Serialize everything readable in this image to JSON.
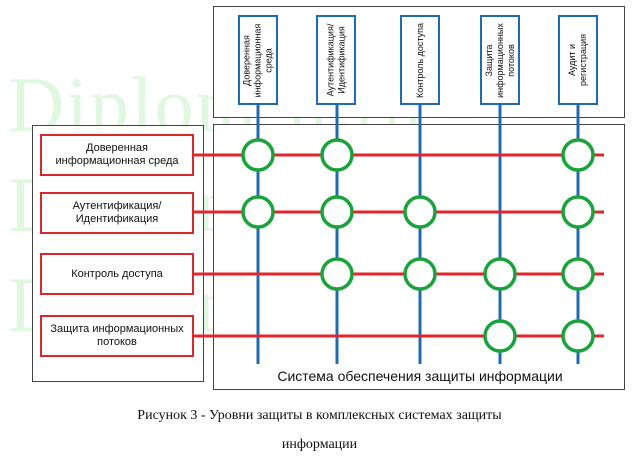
{
  "watermark": "Diplom-it.ru",
  "system_title": "Система обеспечения защиты информации",
  "caption_line1": "Рисунок 3 - Уровни защиты в комплексных системах защиты",
  "caption_line2": "информации",
  "levels": [
    "Доверенная информационная среда",
    "Аутентификация/ Идентификация",
    "Контроль доступа",
    "Защита информационных потоков"
  ],
  "mechanisms": [
    "Доверенная\nинформационная\nсреда",
    "Аутентификация/\nИдентификация",
    "Контроль доступа",
    "Защита\nинформационных\nпотоков",
    "Аудит и\nрегистрация"
  ],
  "intersections": [
    [
      true,
      true,
      false,
      false,
      true
    ],
    [
      true,
      true,
      true,
      false,
      true
    ],
    [
      false,
      true,
      true,
      true,
      true
    ],
    [
      false,
      false,
      false,
      true,
      true
    ]
  ],
  "colors": {
    "red_line": "#e3262b",
    "blue_line": "#1f6bb0",
    "node_ring": "#1aa33a",
    "watermark": "#c8f2c8"
  }
}
